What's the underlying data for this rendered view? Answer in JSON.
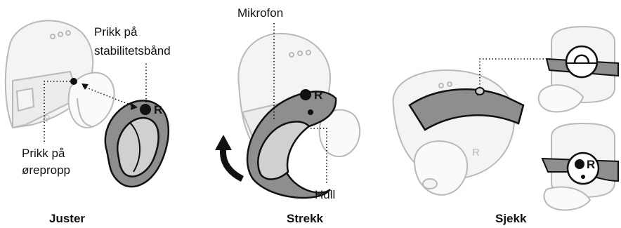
{
  "labels": {
    "stabil_dot": [
      "Prikk på",
      "stabilitetsbånd"
    ],
    "tip_dot": [
      "Prikk på",
      "ørepropp"
    ],
    "microphone": "Mikrofon",
    "hole": "Hull",
    "band_mark": "R",
    "shell_mark": "R"
  },
  "steps": [
    {
      "caption": "Juster"
    },
    {
      "caption": "Strekk"
    },
    {
      "caption": "Sjekk"
    }
  ]
}
